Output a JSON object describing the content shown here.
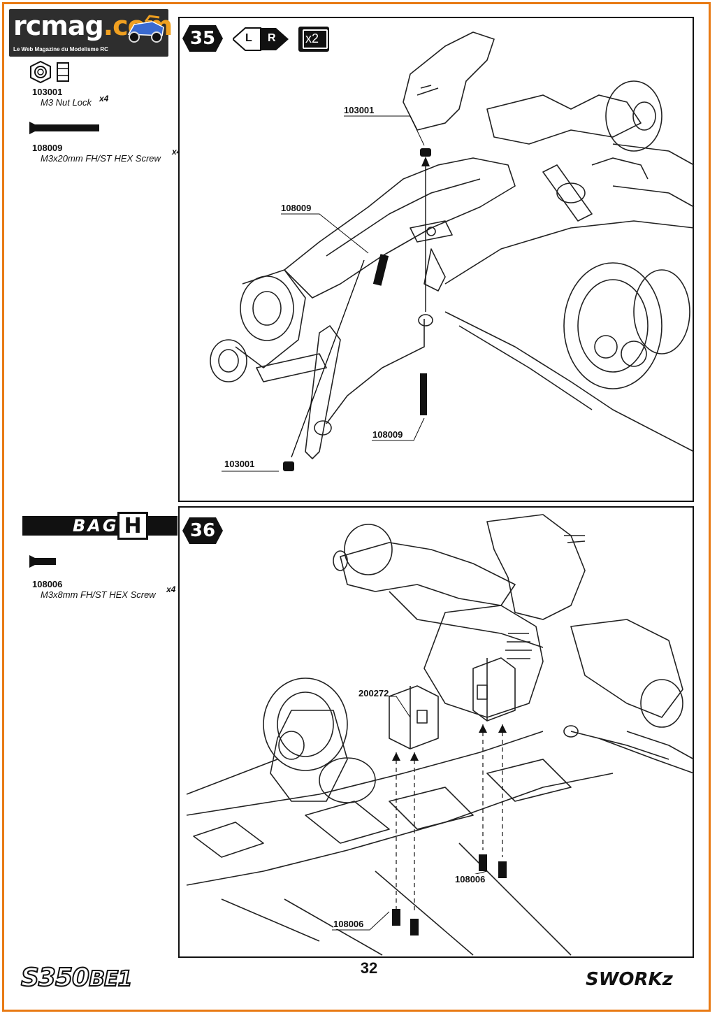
{
  "logo": {
    "brand": "rcmag",
    "brand_suffix": ".com",
    "tagline": "Le Web Magazine du Modelisme RC"
  },
  "step35": {
    "number": "35",
    "side_left": "L",
    "side_right": "R",
    "multiplier": "x2",
    "parts": [
      {
        "part_no": "103001",
        "name": "M3 Nut Lock",
        "qty": "x4"
      },
      {
        "part_no": "108009",
        "name": "M3x20mm FH/ST HEX Screw",
        "qty": "x4"
      }
    ],
    "callouts": {
      "top_nut": "103001",
      "screw_mid": "108009",
      "screw_right": "108009",
      "nut_bottom": "103001"
    }
  },
  "step36": {
    "number": "36",
    "bag_label": "BAG",
    "bag_letter": "H",
    "parts": [
      {
        "part_no": "108006",
        "name": "M3x8mm FH/ST HEX Screw",
        "qty": "x4"
      }
    ],
    "callouts": {
      "mount": "200272",
      "screw_right": "108006",
      "screw_bottom": "108006"
    }
  },
  "footer": {
    "page_number": "32",
    "model": "S350",
    "model_sub": "BE1",
    "brand": "SWORKz"
  },
  "colors": {
    "frame": "#e87a14",
    "ink": "#111111",
    "logo_bg": "#2e2e2e"
  }
}
